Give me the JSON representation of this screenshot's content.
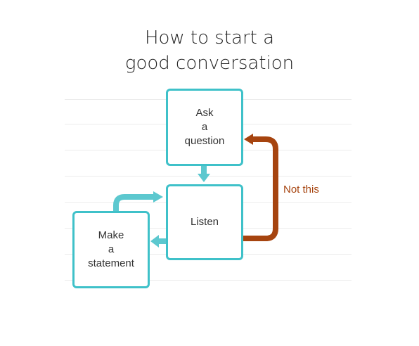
{
  "title": {
    "line1": "How to start a",
    "line2": "good conversation"
  },
  "nodes": {
    "ask": {
      "lines": [
        "Ask",
        "a",
        "question"
      ]
    },
    "listen": {
      "lines": [
        "Listen"
      ]
    },
    "make": {
      "lines": [
        "Make",
        "a",
        "statement"
      ]
    }
  },
  "edges": {
    "not_this_label": "Not this"
  },
  "colors": {
    "box_border": "#3fc1c9",
    "arrow_teal": "#5cc8cf",
    "arrow_rust": "#a6440f",
    "label_rust": "#a6440f"
  }
}
